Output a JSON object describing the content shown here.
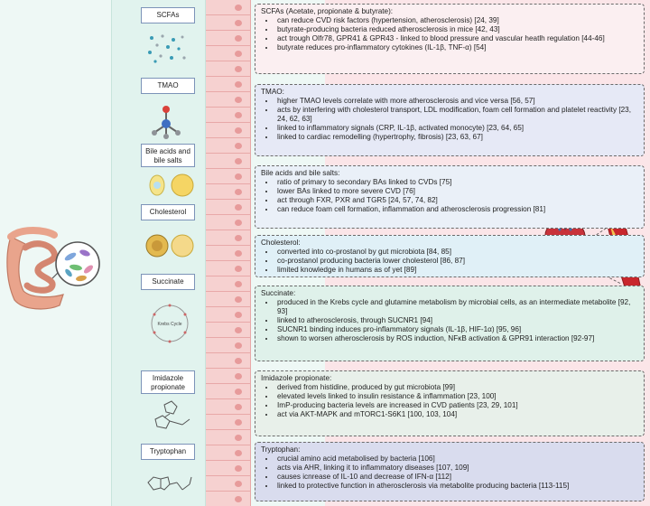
{
  "colors": {
    "left_bg": "#eef8f5",
    "right_bg": "#fbe5e8",
    "panel_bg": "#e1f3ee",
    "cell_wall": "#f1c7c6",
    "box_scfa": "#fbeff1",
    "box_tmao": "#e6e9f6",
    "box_bile": "#eaf0f8",
    "box_chol": "#e0f0f7",
    "box_succ": "#dff1ea",
    "box_imid": "#e8f0ea",
    "box_tryp": "#d9dcee",
    "label_border": "#7c93b8"
  },
  "labels": [
    {
      "id": "scfa",
      "text": "SCFAs"
    },
    {
      "id": "tmao",
      "text": "TMAO"
    },
    {
      "id": "bile",
      "text": "Bile acids and bile salts"
    },
    {
      "id": "chol",
      "text": "Cholesterol"
    },
    {
      "id": "succ",
      "text": "Succinate"
    },
    {
      "id": "imid",
      "text": "Imidazole propionate"
    },
    {
      "id": "tryp",
      "text": "Tryptophan"
    }
  ],
  "krebs_label": "Krebs Cycle",
  "boxes": [
    {
      "heading": "SCFAs (Acetate, propionate & butyrate):",
      "items": [
        "can reduce CVD risk factors (hypertension, atherosclerosis) [24, 39]",
        "butyrate-producing bacteria reduced atherosclerosis in mice [42, 43]",
        "act trough Olfr78, GPR41 & GPR43 - linked to blood pressure and vascular heatlh regulation [44-46]",
        "butyrate reduces pro-inflammatory cytokines (IL-1β, TNF-α) [54]"
      ]
    },
    {
      "heading": "TMAO:",
      "items": [
        "higher TMAO levels correlate with more atherosclerosis and vice versa [56, 57]",
        "acts by interfering with cholesterol transport, LDL modification, foam cell formation and platelet reactivity [23, 24, 62, 63]",
        "linked to inflammatory signals (CRP, IL-1β, activated monocyte) [23, 64, 65]",
        "linked to cardiac remodelling (hypertrophy, fibrosis) [23, 63, 67]"
      ]
    },
    {
      "heading": "Bile acids and bile salts:",
      "items": [
        "ratio of primary to secondary BAs linked to CVDs [75]",
        "lower BAs linked to more severe CVD [76]",
        "act through FXR, PXR and TGR5 [24, 57, 74, 82]",
        "can reduce foam cell formation, inflammation and atherosclerosis progression [81]"
      ]
    },
    {
      "heading": "Cholesterol:",
      "items": [
        "converted into co-prostanol by gut microbiota [84, 85]",
        "co-prostanol producing bacteria lower cholesterol [86, 87]",
        "limited knowledge in humans as of yet [89]"
      ]
    },
    {
      "heading": "Succinate:",
      "items": [
        "produced in the Krebs cycle and glutamine metabolism by microbial cells, as an intermediate metabolite [92, 93]",
        "linked to atherosclerosis, through SUCNR1 [94]",
        "SUCNR1 binding induces pro-inflammatory signals (IL-1β, HIF-1α) [95, 96]",
        "shown to worsen atherosclerosis by ROS induction, NFκB activation & GPR91 interaction [92-97]"
      ]
    },
    {
      "heading": "Imidazole propionate:",
      "items": [
        "derived from histidine, produced by gut microbiota [99]",
        "elevated levels linked to insulin resistance &  inflammation [23, 100]",
        "ImP-producing bacteria levels are increased in CVD patients [23, 29, 101]",
        "act via AKT-MAPK and mTORC1-S6K1 [100, 103, 104]"
      ]
    },
    {
      "heading": "Tryptophan:",
      "items": [
        "crucial amino acid metabolised by bacteria [106]",
        "acts via AHR, linking it to inflammatory diseases [107, 109]",
        "causes icnrease of IL-10 and decrease of IFN-α [112]",
        "linked to protective function in atherosclerosis via metabolite producing bacteria [113-115]"
      ]
    }
  ]
}
